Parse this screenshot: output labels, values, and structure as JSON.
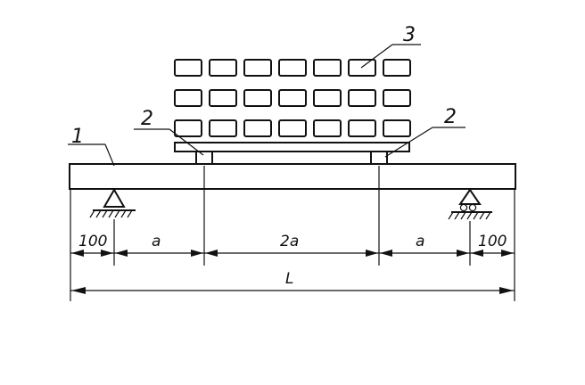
{
  "labels": {
    "slab": "1",
    "pad_left": "2",
    "pad_right": "2",
    "load": "3"
  },
  "dimensions": {
    "left_end": "100",
    "a_left": "a",
    "middle": "2a",
    "a_right": "a",
    "right_end": "100",
    "total": "L"
  },
  "load_blocks": {
    "rows": 3,
    "cols": 7
  }
}
